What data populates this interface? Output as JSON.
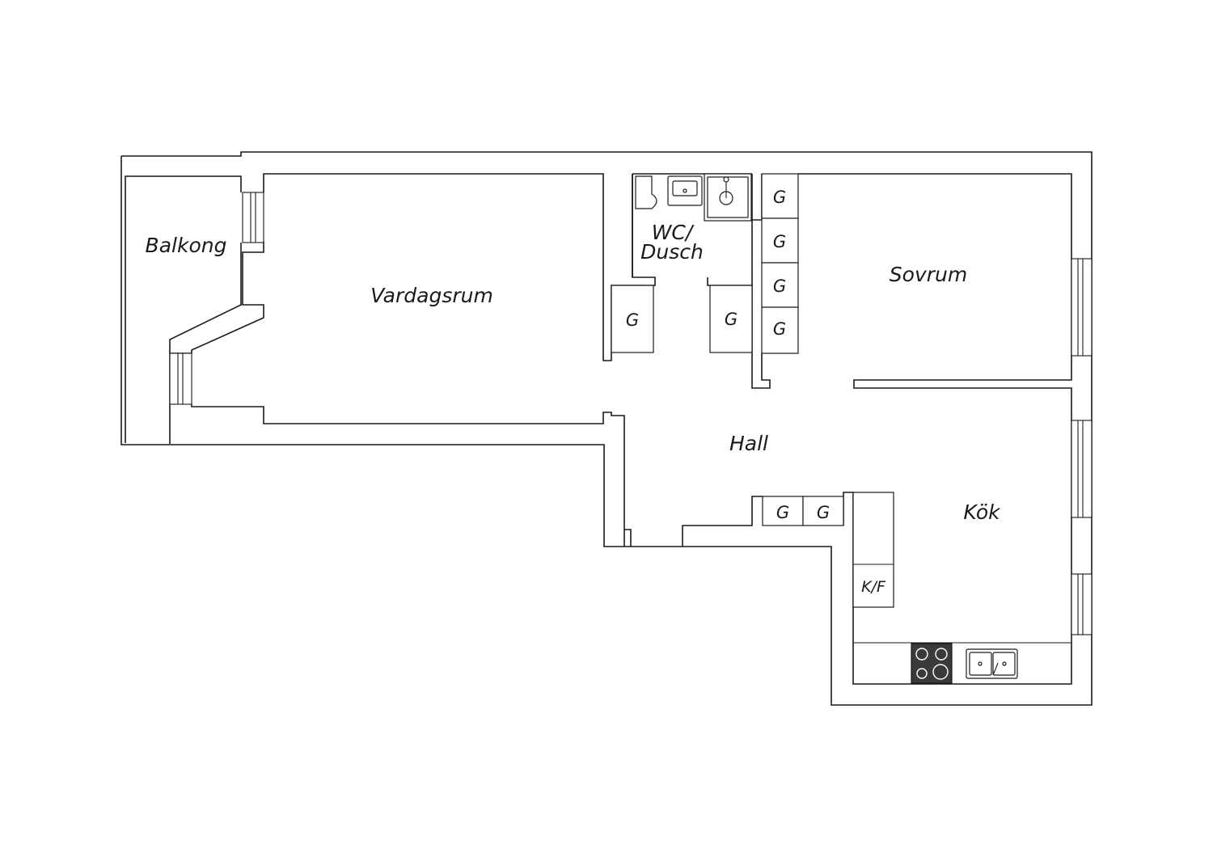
{
  "rooms": {
    "balkong": "Balkong",
    "vardagsrum": "Vardagsrum",
    "wc_line1": "WC/",
    "wc_line2": "Dusch",
    "sovrum": "Sovrum",
    "hall": "Hall",
    "kok": "Kök"
  },
  "storage": {
    "wardrobe_label": "G",
    "fridge_freezer_label": "K/F"
  },
  "colors": {
    "wall": "#1a1a1a",
    "stove": "#3a3a3a",
    "background": "#ffffff"
  }
}
